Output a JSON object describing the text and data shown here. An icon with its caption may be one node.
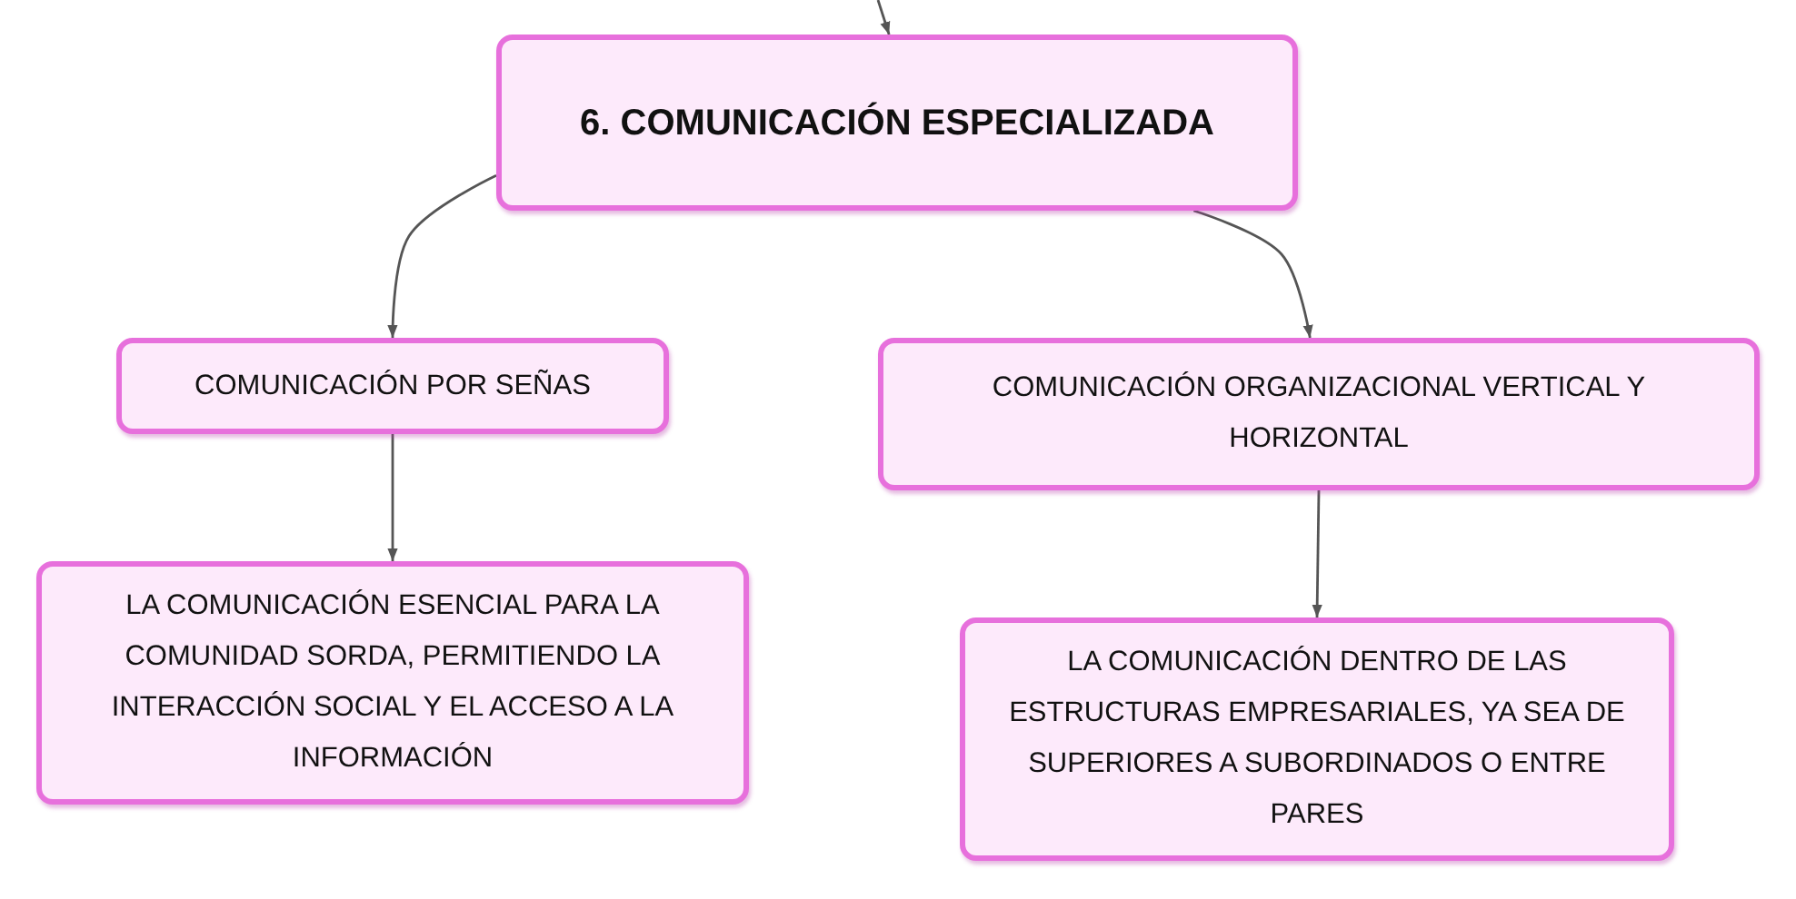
{
  "diagram": {
    "nodes": [
      {
        "text": [
          "6. COMUNICACIÓN ESPECIALIZADA"
        ]
      },
      {
        "text": [
          "COMUNICACIÓN POR SEÑAS"
        ]
      },
      {
        "text": [
          "COMUNICACIÓN ORGANIZACIONAL VERTICAL Y HORIZONTAL"
        ]
      },
      {
        "text": [
          "LA COMUNICACIÓN ESENCIAL PARA LA COMUNIDAD SORDA, PERMITIENDO LA INTERACCIÓN SOCIAL Y EL ACCESO A LA INFORMACIÓN"
        ]
      },
      {
        "text": [
          "LA COMUNICACIÓN DENTRO DE LAS ESTRUCTURAS EMPRESARIALES, YA SEA DE SUPERIORES A SUBORDINADOS O ENTRE PARES"
        ]
      }
    ],
    "edges": [
      {
        "from": null,
        "to": 0,
        "arrow": "to"
      },
      {
        "from": 0,
        "to": 1,
        "arrow": "to"
      },
      {
        "from": 0,
        "to": 2,
        "arrow": "to"
      },
      {
        "from": 1,
        "to": 3,
        "arrow": "to"
      },
      {
        "from": 2,
        "to": 4,
        "arrow": "to"
      }
    ]
  }
}
